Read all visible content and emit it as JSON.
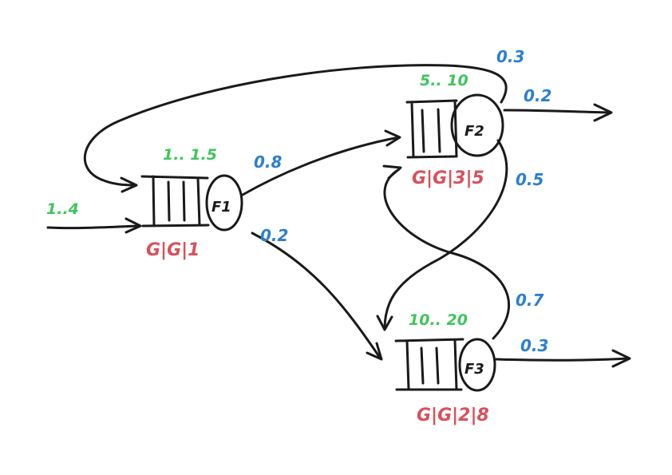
{
  "colors": {
    "ink": "#1a1a1a",
    "arrival_rate": "#3ec55a",
    "probability": "#2b7fd0",
    "queue_type": "#d9505a"
  },
  "nodes": {
    "f1": {
      "label": "F1",
      "service_time": "1.. 1.5",
      "queue_type": "G|G|1"
    },
    "f2": {
      "label": "F2",
      "service_time": "5.. 10",
      "queue_type": "G|G|3|5"
    },
    "f3": {
      "label": "F3",
      "service_time": "10.. 20",
      "queue_type": "G|G|2|8"
    }
  },
  "external_arrival": {
    "rate": "1..4"
  },
  "edges": {
    "f1_to_f2": "0.8",
    "f1_to_f3": "0.2",
    "f2_to_f1": "0.3",
    "f2_exit": "0.2",
    "f2_to_f3": "0.5",
    "f3_to_f2": "0.7",
    "f3_exit": "0.3"
  }
}
